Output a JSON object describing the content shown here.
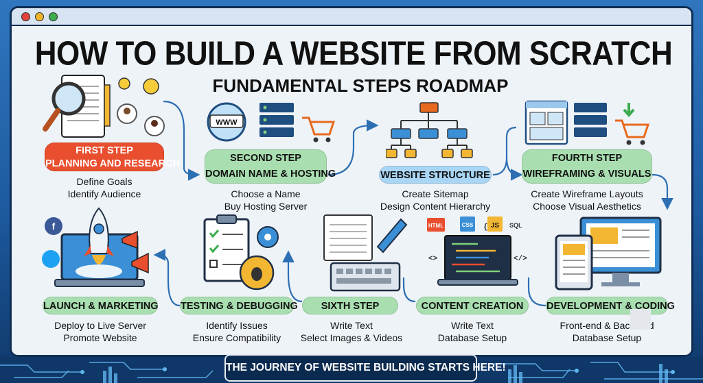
{
  "title": "HOW TO BUILD A WEBSITE FROM SCRATCH",
  "subtitle": "FUNDAMENTAL STEPS ROADMAP",
  "steps": [
    {
      "id": "first",
      "heading": "FIRST STEP",
      "label": "PLANNING AND RESEARCH",
      "lines": [
        "Define Goals",
        "Identify Audience"
      ]
    },
    {
      "id": "second",
      "heading": "SECOND STEP",
      "label": "DOMAIN NAME & HOSTING",
      "lines": [
        "Choose a Name",
        "Buy Hosting Server"
      ]
    },
    {
      "id": "structure",
      "label": "WEBSITE STRUCTURE",
      "lines": [
        "Create Sitemap",
        "Design Content Hierarchy"
      ]
    },
    {
      "id": "fourth",
      "heading": "FOURTH STEP",
      "label": "WIREFRAMING & VISUALS",
      "lines": [
        "Create Wireframe Layouts",
        "Choose Visual Aesthetics"
      ]
    },
    {
      "id": "development",
      "label": "DEVELOPMENT & CODING",
      "lines": [
        "Front-end & Back-end",
        "Database Setup"
      ]
    },
    {
      "id": "content",
      "label": "CONTENT CREATION",
      "lines": [
        "Write Text",
        "Database Setup"
      ]
    },
    {
      "id": "sixth",
      "label": "SIXTH STEP",
      "lines": [
        "Write Text",
        "Select Images & Videos"
      ]
    },
    {
      "id": "testing",
      "label": "TESTING & DEBUGGING",
      "lines": [
        "Identify Issues",
        "Ensure Compatibility"
      ]
    },
    {
      "id": "launch",
      "label": "LAUNCH & MARKETING",
      "lines": [
        "Deploy to Live Server",
        "Promote Website"
      ]
    }
  ],
  "icon_labels": {
    "www": "WWW",
    "html": "HTML",
    "css": "CSS",
    "js": "JS",
    "sql": "SQL",
    "code_left": "<>",
    "code_right": "</>",
    "braces": "{}"
  },
  "footer": {
    "banner": "THE JOURNEY OF WEBSITE BUILDING STARTS HERE!"
  },
  "colors": {
    "green_pill": "#a9dfb0",
    "blue_pill": "#a9d6f5",
    "red_pill": "#e94e2e",
    "frame": "#0f2e55",
    "connector": "#2d6fb3"
  }
}
